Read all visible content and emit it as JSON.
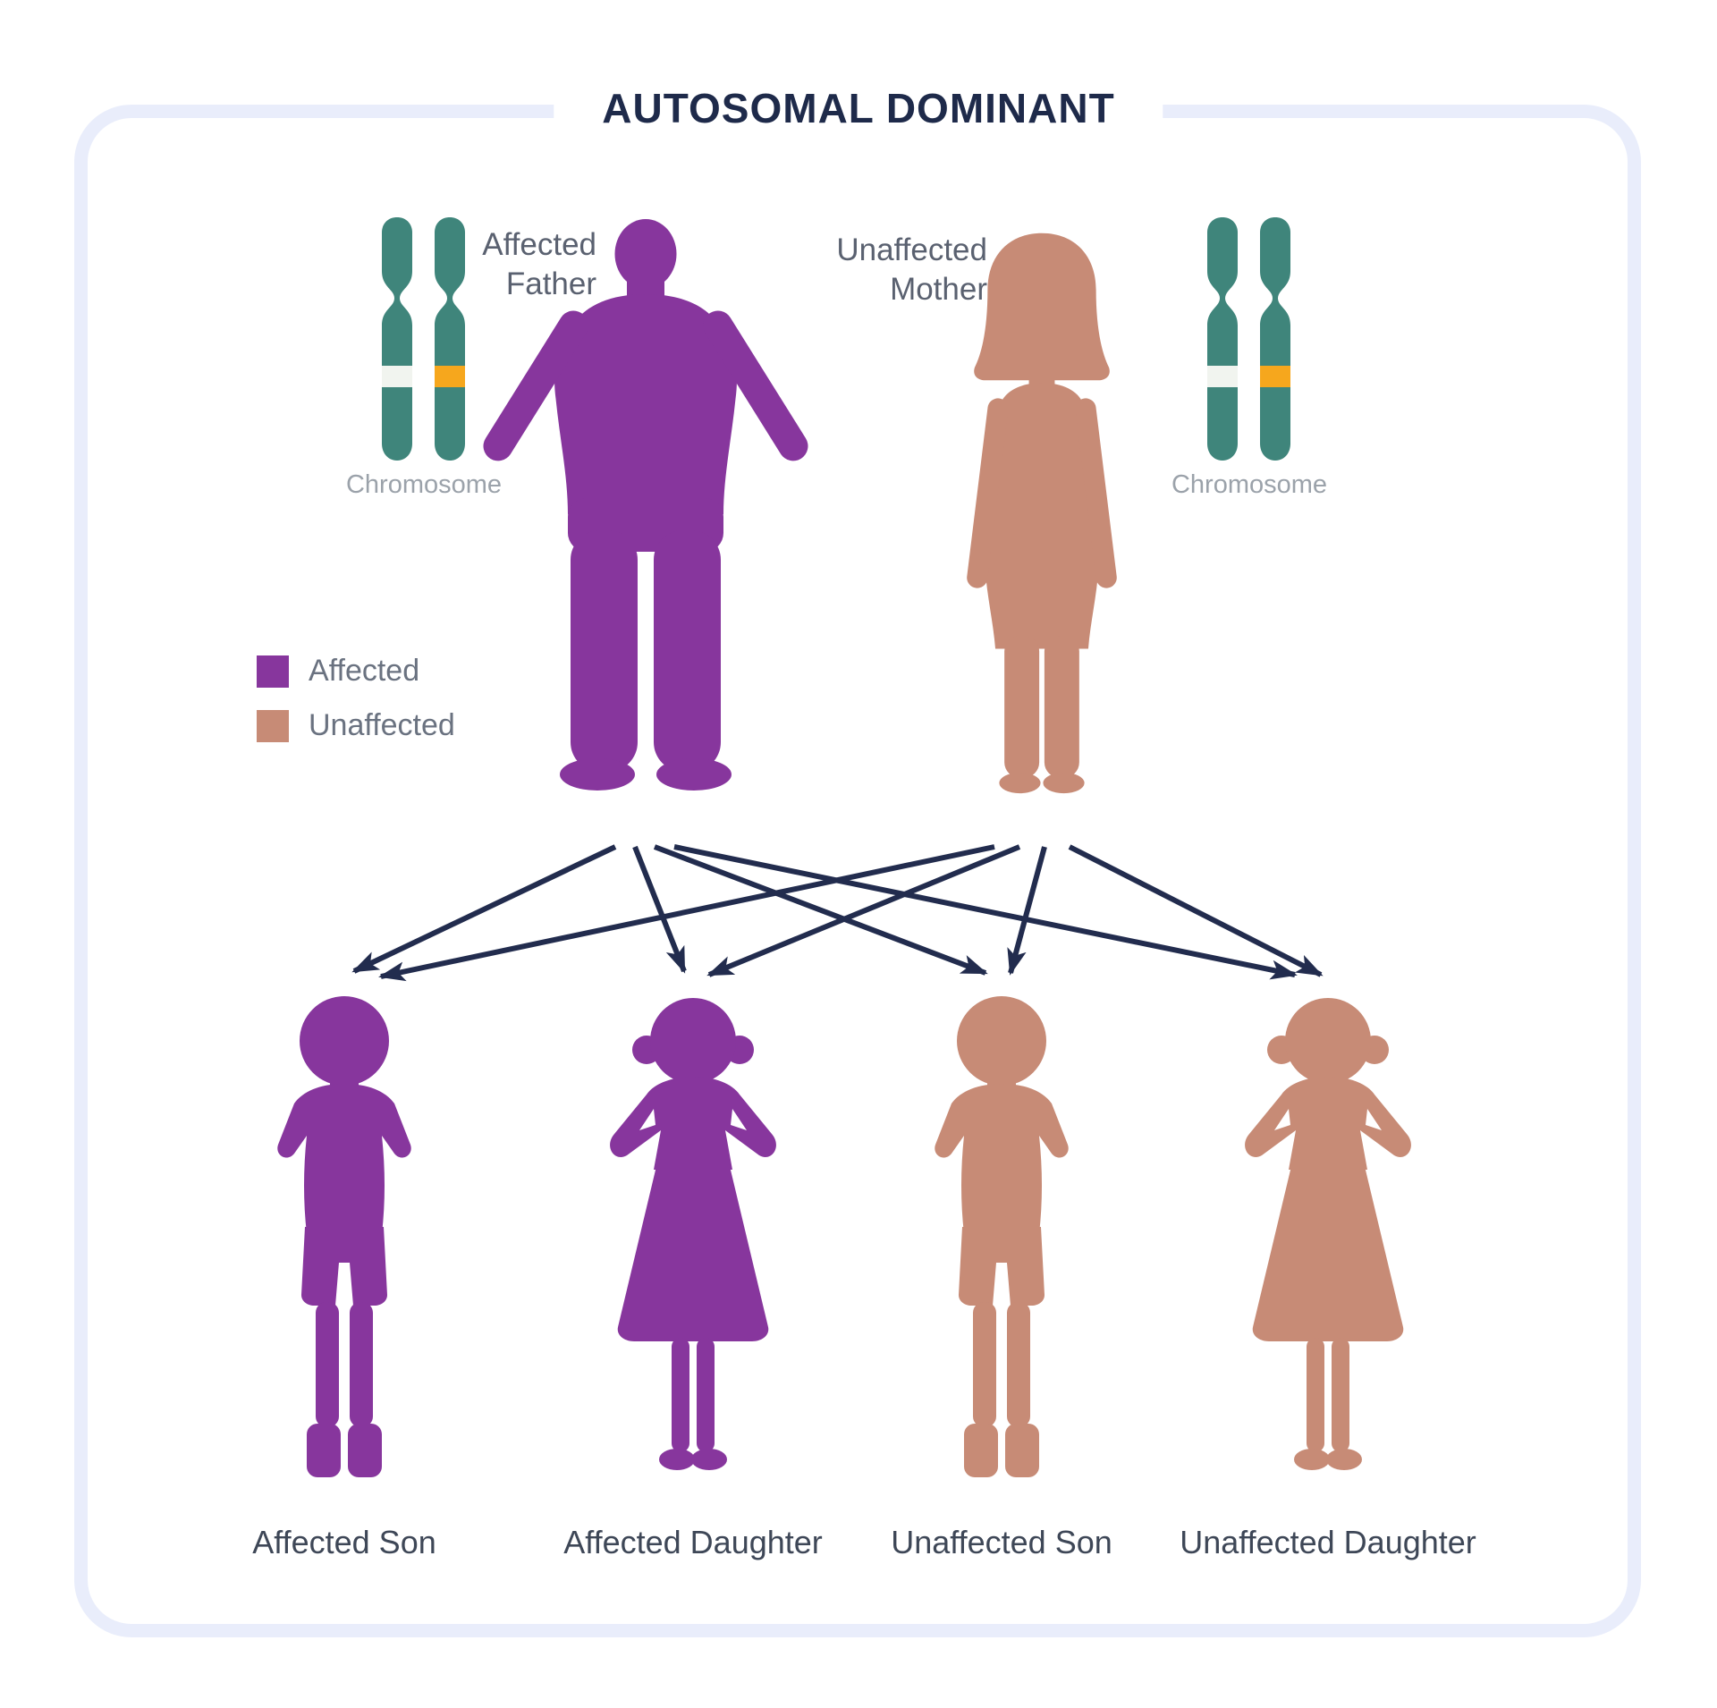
{
  "title": "AUTOSOMAL DOMINANT",
  "parents": {
    "father": {
      "line1": "Affected",
      "line2": "Father",
      "status": "Affected"
    },
    "mother": {
      "line1": "Unaffected",
      "line2": "Mother",
      "status": "Unaffected"
    }
  },
  "chromosomes": {
    "left_label": "Chromosome",
    "right_label": "Chromosome"
  },
  "legend": {
    "affected_label": "Affected",
    "unaffected_label": "Unaffected"
  },
  "children": [
    {
      "label": "Affected Son",
      "status": "Affected",
      "sex": "male"
    },
    {
      "label": "Affected Daughter",
      "status": "Affected",
      "sex": "female"
    },
    {
      "label": "Unaffected Son",
      "status": "Unaffected",
      "sex": "male"
    },
    {
      "label": "Unaffected Daughter",
      "status": "Unaffected",
      "sex": "female"
    }
  ],
  "colors": {
    "affected_purple": "#87369D",
    "unaffected_tan": "#C78B76",
    "chromosome_teal": "#3F857B",
    "band_orange": "#F6A71D",
    "band_white": "#F1F4EF",
    "arrow_navy": "#222C4E",
    "frame_border": "#E9EDFB",
    "title_text": "#1E2A4A"
  }
}
